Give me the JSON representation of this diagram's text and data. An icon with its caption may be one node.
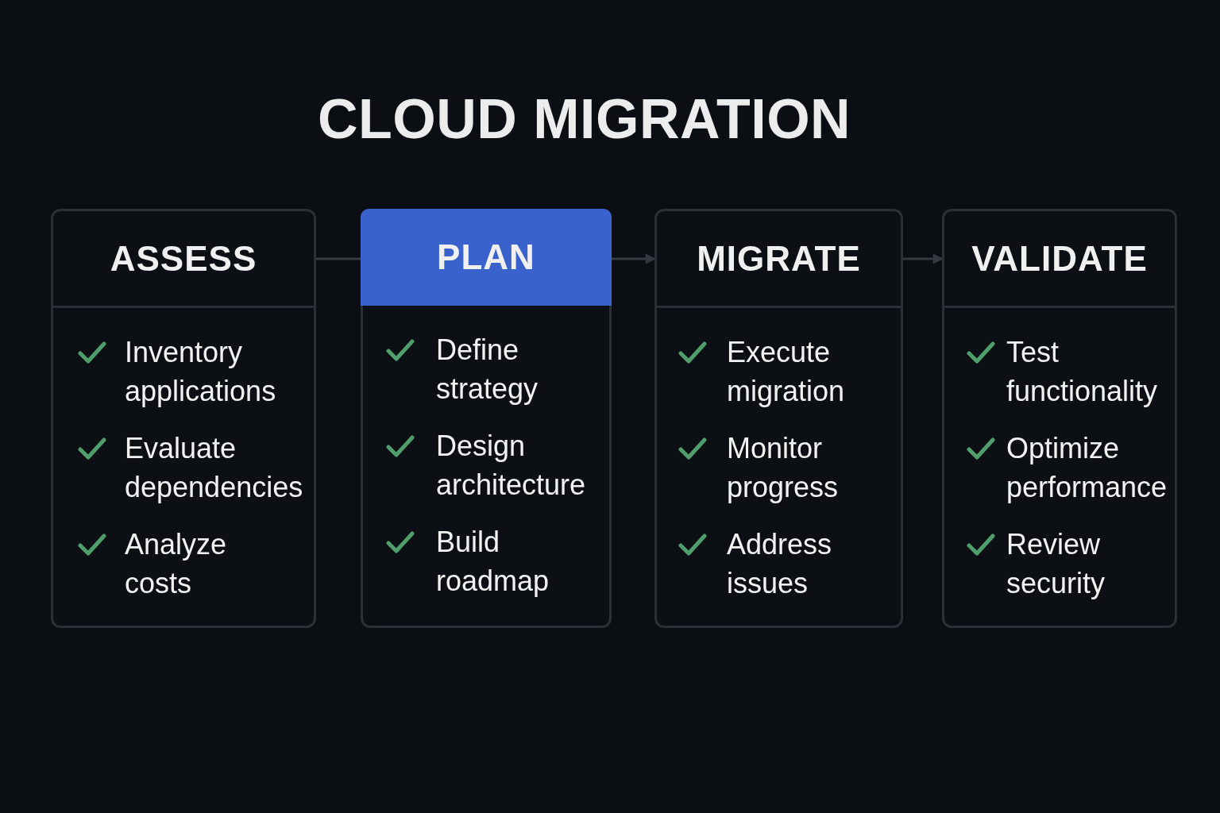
{
  "diagram": {
    "title": "CLOUD MIGRATION",
    "nodes": [
      {
        "text": [
          "ASSESS",
          "Inventory applications",
          "Evaluate dependencies",
          "Analyze costs"
        ]
      },
      {
        "text": [
          "PLAN",
          "Define strategy",
          "Design architecture",
          "Build roadmap"
        ]
      },
      {
        "text": [
          "MIGRATE",
          "Execute migration",
          "Monitor progress",
          "Address issues"
        ]
      },
      {
        "text": [
          "VALIDATE",
          "Test functionality",
          "Optimize performance",
          "Review security"
        ]
      }
    ],
    "edges": [
      {
        "from": 0,
        "to": 1,
        "arrow": "none"
      },
      {
        "from": 1,
        "to": 2,
        "arrow": "to"
      },
      {
        "from": 2,
        "to": 3,
        "arrow": "to"
      }
    ]
  }
}
